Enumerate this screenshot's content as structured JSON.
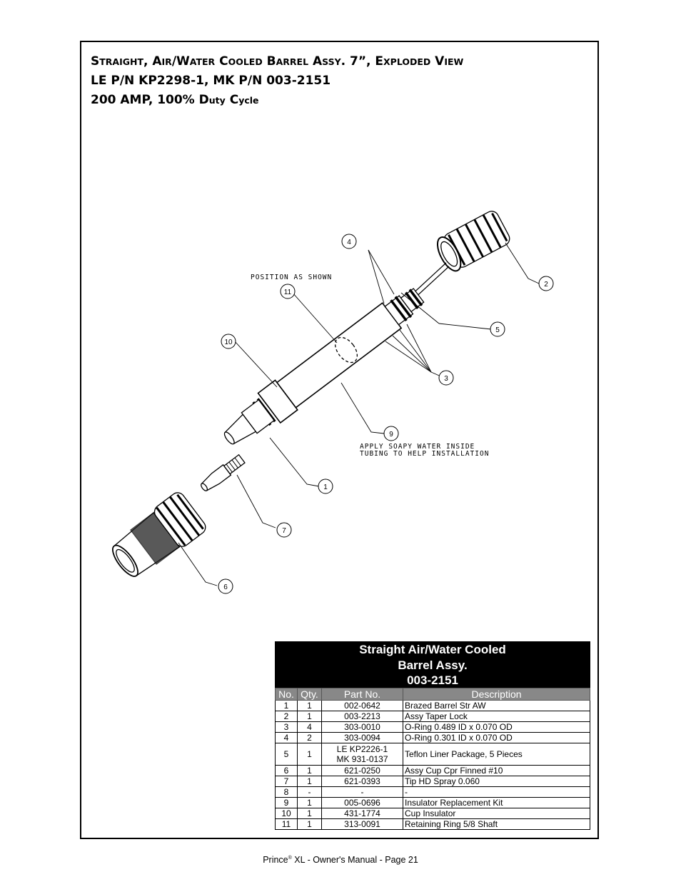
{
  "title": {
    "line1_parts": [
      {
        "cap": "S",
        "sc": "traight"
      },
      {
        "cap": ", A",
        "sc": "ir"
      },
      {
        "cap": "/W",
        "sc": "ater"
      },
      {
        "cap": " C",
        "sc": "ooled"
      },
      {
        "cap": " B",
        "sc": "arrel"
      },
      {
        "cap": " A",
        "sc": "ssy"
      },
      {
        "cap": ". 7”, E",
        "sc": "xploded"
      },
      {
        "cap": " V",
        "sc": "iew"
      }
    ],
    "line2": "LE P/N KP2298-1, MK P/N 003-2151",
    "line3_prefix": "200 AMP, 100% D",
    "line3_sc1": "uty",
    "line3_mid": " C",
    "line3_sc2": "ycle"
  },
  "diagram": {
    "note_position": "POSITION AS SHOWN",
    "note_water_line1": "APPLY SOAPY WATER INSIDE",
    "note_water_line2": "TUBING TO HELP INSTALLATION",
    "callouts": [
      "1",
      "2",
      "3",
      "4",
      "5",
      "6",
      "7",
      "9",
      "10",
      "11"
    ]
  },
  "parts_table": {
    "heading_line1": "Straight Air/Water Cooled",
    "heading_line2": "Barrel Assy.",
    "heading_line3": "003-2151",
    "columns": [
      "No.",
      "Qty.",
      "Part No.",
      "Description"
    ],
    "rows": [
      {
        "no": "1",
        "qty": "1",
        "part": "002-0642",
        "part2": "",
        "desc": "Brazed Barrel Str AW"
      },
      {
        "no": "2",
        "qty": "1",
        "part": "003-2213",
        "part2": "",
        "desc": "Assy Taper Lock"
      },
      {
        "no": "3",
        "qty": "4",
        "part": "303-0010",
        "part2": "",
        "desc": "O-Ring 0.489 ID x 0.070 OD"
      },
      {
        "no": "4",
        "qty": "2",
        "part": "303-0094",
        "part2": "",
        "desc": "O-Ring 0.301 ID x 0.070 OD"
      },
      {
        "no": "5",
        "qty": "1",
        "part": "LE KP2226-1",
        "part2": "MK 931-0137",
        "desc": "Teflon Liner Package, 5 Pieces"
      },
      {
        "no": "6",
        "qty": "1",
        "part": "621-0250",
        "part2": "",
        "desc": "Assy Cup Cpr Finned #10"
      },
      {
        "no": "7",
        "qty": "1",
        "part": "621-0393",
        "part2": "",
        "desc": "Tip HD Spray 0.060"
      },
      {
        "no": "8",
        "qty": "-",
        "part": "-",
        "part2": "",
        "desc": "-"
      },
      {
        "no": "9",
        "qty": "1",
        "part": "005-0696",
        "part2": "",
        "desc": "Insulator Replacement Kit"
      },
      {
        "no": "10",
        "qty": "1",
        "part": "431-1774",
        "part2": "",
        "desc": "Cup Insulator"
      },
      {
        "no": "11",
        "qty": "1",
        "part": "313-0091",
        "part2": "",
        "desc": "Retaining Ring 5/8 Shaft"
      }
    ]
  },
  "footer": {
    "brand": "Prince",
    "reg": "®",
    "rest": " XL - Owner's Manual  -  Page 21"
  }
}
